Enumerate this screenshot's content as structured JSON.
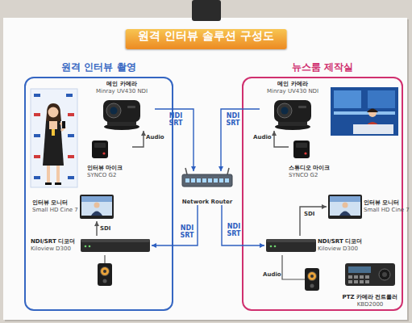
{
  "diagram": {
    "title": "원격 인터뷰 솔루션 구성도",
    "nodes": [
      {
        "text": [
          "원격 인터뷰 촬영"
        ]
      },
      {
        "text": [
          "메인 카메라",
          "Minray UV430 NDI"
        ],
        "in": 0
      },
      {
        "text": [
          "인터뷰 마이크",
          "SYNCO G2"
        ],
        "in": 0
      },
      {
        "text": [
          "인터뷰 모니터",
          "Small HD Cine 7"
        ],
        "in": 0
      },
      {
        "text": [
          "NDI/SRT 디코더",
          "Kiloview D300"
        ],
        "in": 0
      },
      {
        "text": [
          "Network Router"
        ]
      },
      {
        "text": [
          "뉴스룸 제작실"
        ]
      },
      {
        "text": [
          "메인 카메라",
          "Minray UV430 NDI"
        ],
        "in": 6
      },
      {
        "text": [
          "스튜디오 마이크",
          "SYNCO G2"
        ],
        "in": 6
      },
      {
        "text": [
          "인터뷰 모니터",
          "Small HD Cine 7"
        ],
        "in": 6
      },
      {
        "text": [
          "NDI/SRT 디코더",
          "Kiloview D300"
        ],
        "in": 6
      },
      {
        "text": [
          "PTZ 카메라 컨트롤러",
          "KBD2000"
        ],
        "in": 6
      }
    ],
    "edges": [
      {
        "from": 2,
        "to": 1,
        "label": "Audio",
        "arrow": "to"
      },
      {
        "from": 1,
        "to": 5,
        "label": "NDI SRT",
        "arrow": "to"
      },
      {
        "from": 5,
        "to": 4,
        "label": "NDI SRT",
        "arrow": "to"
      },
      {
        "from": 4,
        "to": 3,
        "label": "SDI",
        "arrow": "to"
      },
      {
        "from": 7,
        "to": 5,
        "label": "NDI SRT",
        "arrow": "to"
      },
      {
        "from": 5,
        "to": 10,
        "label": "NDI SRT",
        "arrow": "to"
      },
      {
        "from": 8,
        "to": 7,
        "label": "Audio",
        "arrow": "to"
      },
      {
        "from": 10,
        "to": 9,
        "label": "SDI",
        "arrow": "to"
      }
    ],
    "labels": [
      "Audio"
    ]
  }
}
